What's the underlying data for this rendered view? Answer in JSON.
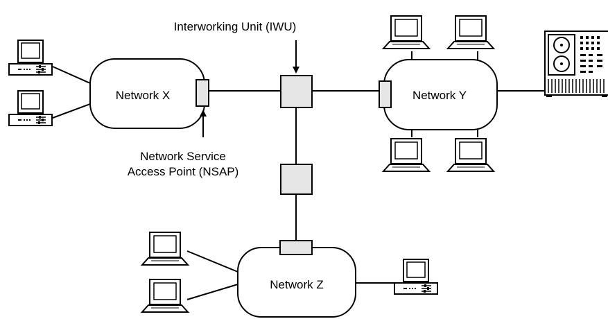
{
  "networks": {
    "x": {
      "label": "Network X"
    },
    "y": {
      "label": "Network Y"
    },
    "z": {
      "label": "Network Z"
    }
  },
  "annotations": {
    "iwu": "Interworking Unit (IWU)",
    "nsap_line1": "Network Service",
    "nsap_line2": "Access Point (NSAP)"
  },
  "icons": {
    "desktop": "desktop-computer-icon",
    "laptop": "laptop-terminal-icon",
    "server": "server-cabinet-icon"
  },
  "colors": {
    "stroke": "#000000",
    "box_fill": "#e6e6e6",
    "background": "#ffffff"
  }
}
